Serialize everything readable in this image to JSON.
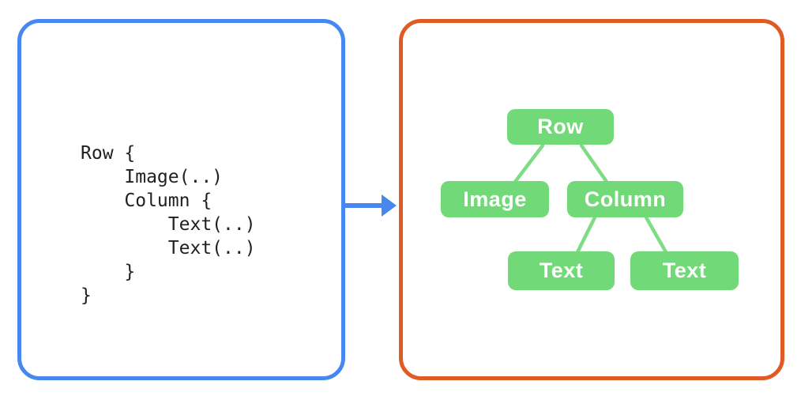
{
  "code_panel": {
    "border_color": "#4787F0",
    "text_color": "#202124",
    "lines": [
      "Row {",
      "    Image(..)",
      "    Column {",
      "        Text(..)",
      "        Text(..)",
      "    }",
      "}"
    ]
  },
  "arrow": {
    "color": "#4787F0",
    "direction": "right"
  },
  "tree_panel": {
    "border_color": "#E05A24",
    "node_fill": "#72D978",
    "connector_color": "#7EDC84",
    "label_color": "#FFFFFF",
    "nodes": [
      {
        "id": "row",
        "label": "Row"
      },
      {
        "id": "image",
        "label": "Image"
      },
      {
        "id": "column",
        "label": "Column"
      },
      {
        "id": "text-1",
        "label": "Text"
      },
      {
        "id": "text-2",
        "label": "Text"
      }
    ],
    "edges": [
      {
        "from": "row",
        "to": "image"
      },
      {
        "from": "row",
        "to": "column"
      },
      {
        "from": "column",
        "to": "text-1"
      },
      {
        "from": "column",
        "to": "text-2"
      }
    ]
  }
}
